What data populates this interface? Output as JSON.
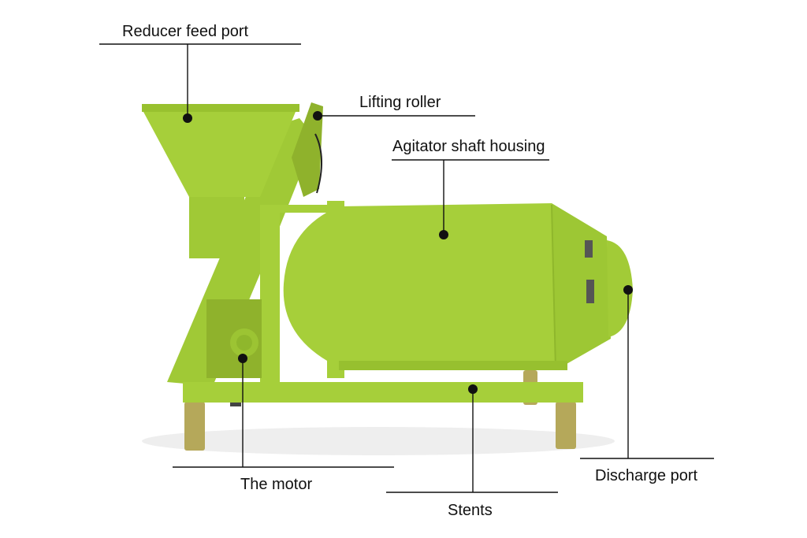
{
  "labels": {
    "reducer_feed_port": "Reducer feed port",
    "lifting_roller": "Lifting roller",
    "agitator_shaft_housing": "Agitator shaft housing",
    "the_motor": "The motor",
    "stents": "Stents",
    "discharge_port": "Discharge port"
  },
  "colors": {
    "machine_green": "#a6cf3a",
    "machine_shade": "#93bd2c",
    "leader_line": "#111111"
  }
}
